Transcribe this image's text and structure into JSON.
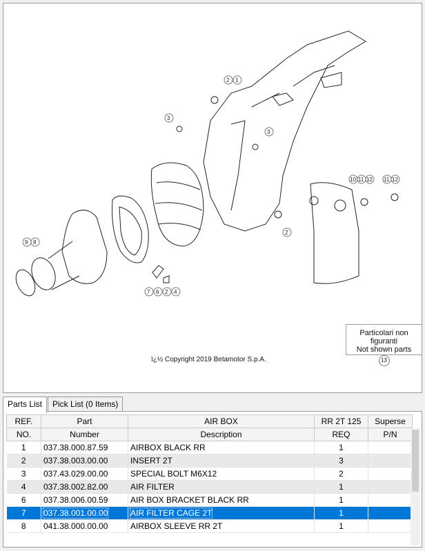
{
  "diagram": {
    "copyright": "ï¿½ Copyright 2019 Betamotor S.p.A.",
    "not_shown_line1": "Particolari non figuranti",
    "not_shown_line2": "Not shown parts",
    "not_shown_ref": "13",
    "callouts": [
      "2",
      "1",
      "3",
      "3",
      "2",
      "10",
      "11",
      "12",
      "11",
      "12",
      "9",
      "8",
      "7",
      "6",
      "2",
      "4"
    ]
  },
  "tabs": [
    {
      "label": "Parts List",
      "active": true
    },
    {
      "label": "Pick List (0 Items)",
      "active": false
    }
  ],
  "table": {
    "header_row1": [
      "REF.",
      "Part",
      "AIR BOX",
      "RR 2T 125",
      "Superse"
    ],
    "header_row2": [
      "NO.",
      "Number",
      "Description",
      "REQ",
      "P/N"
    ],
    "rows": [
      {
        "ref": "1",
        "part": "037.38.000.87.59",
        "desc": "AIRBOX BLACK RR",
        "req": "1"
      },
      {
        "ref": "2",
        "part": "037.38.003.00.00",
        "desc": "INSERT 2T",
        "req": "3"
      },
      {
        "ref": "3",
        "part": "037.43.029.00.00",
        "desc": "SPECIAL BOLT M6X12",
        "req": "2"
      },
      {
        "ref": "4",
        "part": "037.38.002.82.00",
        "desc": "AIR FILTER",
        "req": "1"
      },
      {
        "ref": "6",
        "part": "037.38.006.00.59",
        "desc": "AIR BOX BRACKET BLACK RR",
        "req": "1"
      },
      {
        "ref": "7",
        "part": "037.38.001.00.00",
        "desc": "AIR FILTER CAGE 2T",
        "req": "1"
      },
      {
        "ref": "8",
        "part": "041.38.000.00.00",
        "desc": "AIRBOX SLEEVE RR 2T",
        "req": "1"
      }
    ],
    "selected_row": 5,
    "colors": {
      "selection": "#0078d7",
      "alt_row": "#e9e9e9"
    }
  }
}
